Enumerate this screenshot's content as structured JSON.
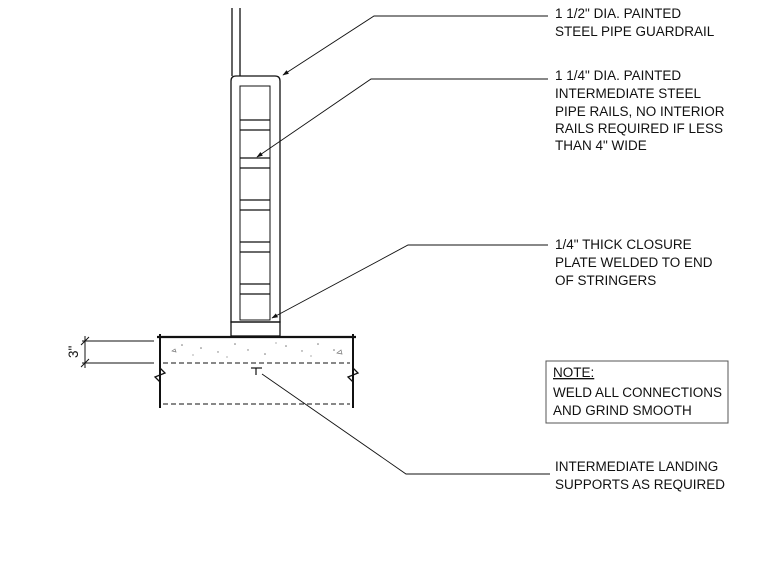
{
  "callouts": {
    "guardrail": [
      "1 1/2\" DIA. PAINTED",
      "STEEL PIPE GUARDRAIL"
    ],
    "intermediate_rails": [
      "1 1/4\" DIA. PAINTED",
      "INTERMEDIATE STEEL",
      "PIPE RAILS, NO INTERIOR",
      "RAILS REQUIRED IF LESS",
      "THAN 4\" WIDE"
    ],
    "closure_plate": [
      "1/4\" THICK CLOSURE",
      "PLATE WELDED TO END",
      "OF STRINGERS"
    ],
    "landing_supports": [
      "INTERMEDIATE LANDING",
      "SUPPORTS AS REQUIRED"
    ]
  },
  "note": {
    "title": "NOTE:",
    "lines": [
      "WELD ALL CONNECTIONS",
      "AND GRIND SMOOTH"
    ]
  },
  "dimension": {
    "label": "3\""
  }
}
